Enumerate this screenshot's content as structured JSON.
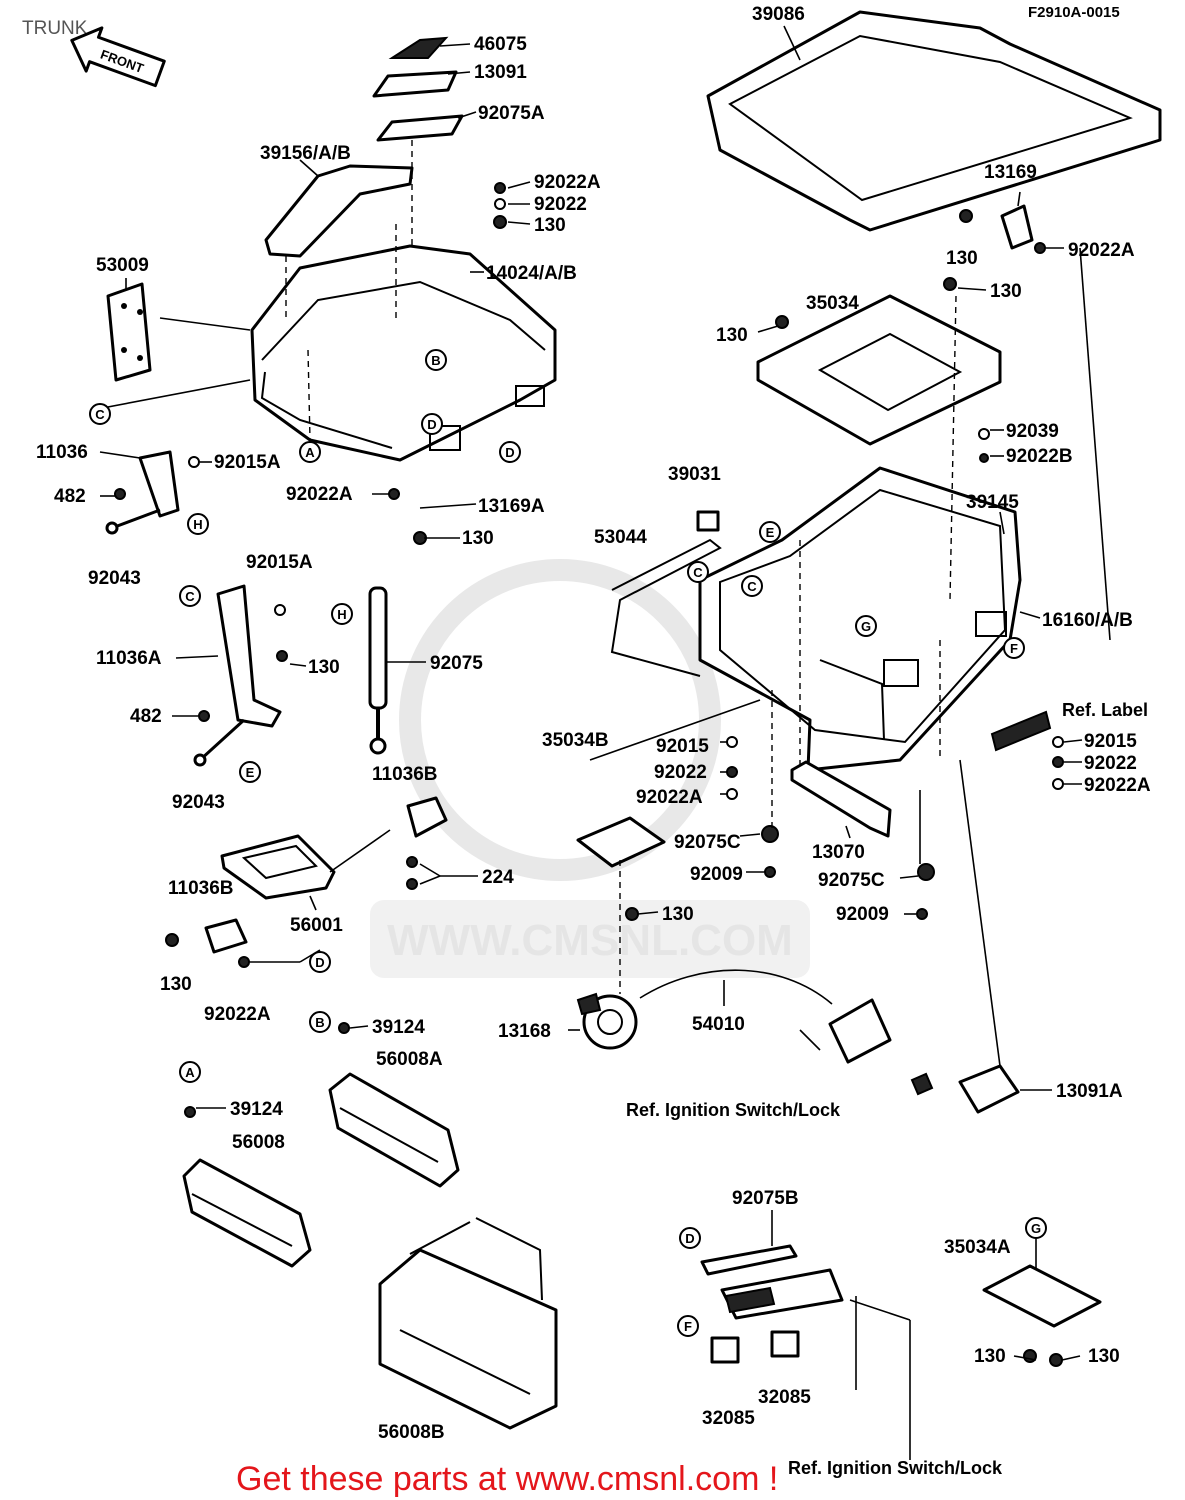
{
  "title": "TRUNK",
  "diagram_code": "F2910A-0015",
  "front_sign": "FRONT",
  "watermark": "WWW.CMSNL.COM",
  "footer": "Get these parts at www.cmsnl.com !",
  "labels": {
    "p46075": "46075",
    "p13091": "13091",
    "p92075A": "92075A",
    "p39156": "39156/A/B",
    "p92022A_top": "92022A",
    "p92022_top": "92022",
    "p130_top": "130",
    "p14024": "14024/A/B",
    "p53009": "53009",
    "p11036": "11036",
    "p92015A_a": "92015A",
    "p482_a": "482",
    "p92043_a": "92043",
    "p92022A_mid": "92022A",
    "p13169A": "13169A",
    "p130_mid": "130",
    "p92015A_b": "92015A",
    "p11036A": "11036A",
    "p130_b": "130",
    "p92075": "92075",
    "p482_b": "482",
    "p92043_b": "92043",
    "p39086": "39086",
    "p13169": "13169",
    "p130_r1": "130",
    "p92022A_r1": "92022A",
    "p130_r2": "130",
    "p35034": "35034",
    "p130_r3": "130",
    "p92039": "92039",
    "p92022B": "92022B",
    "p39031": "39031",
    "p39145": "39145",
    "p53044": "53044",
    "p16160": "16160/A/B",
    "ref_label": "Ref. Label",
    "p92015_r": "92015",
    "p92022_r": "92022",
    "p92022A_r2": "92022A",
    "p35034B": "35034B",
    "p92015_c": "92015",
    "p92022_c": "92022",
    "p92022A_c": "92022A",
    "p92075C_a": "92075C",
    "p92009_a": "92009",
    "p13070": "13070",
    "p92075C_b": "92075C",
    "p92009_b": "92009",
    "p11036B_a": "11036B",
    "p224": "224",
    "p56001": "56001",
    "p11036B_b": "11036B",
    "p130_c": "130",
    "p92022A_d": "92022A",
    "p130_d": "130",
    "p13168": "13168",
    "p54010": "54010",
    "p13091A": "13091A",
    "ref_ignition_1": "Ref. Ignition Switch/Lock",
    "p39124_a": "39124",
    "p56008A": "56008A",
    "p39124_b": "39124",
    "p56008": "56008",
    "p56008B": "56008B",
    "p92075B": "92075B",
    "p32085_a": "32085",
    "p32085_b": "32085",
    "p35034A": "35034A",
    "p130_e1": "130",
    "p130_e2": "130",
    "ref_ignition_2": "Ref. Ignition Switch/Lock"
  },
  "markers": {
    "A": "A",
    "B": "B",
    "C": "C",
    "D": "D",
    "E": "E",
    "F": "F",
    "G": "G",
    "H": "H"
  }
}
